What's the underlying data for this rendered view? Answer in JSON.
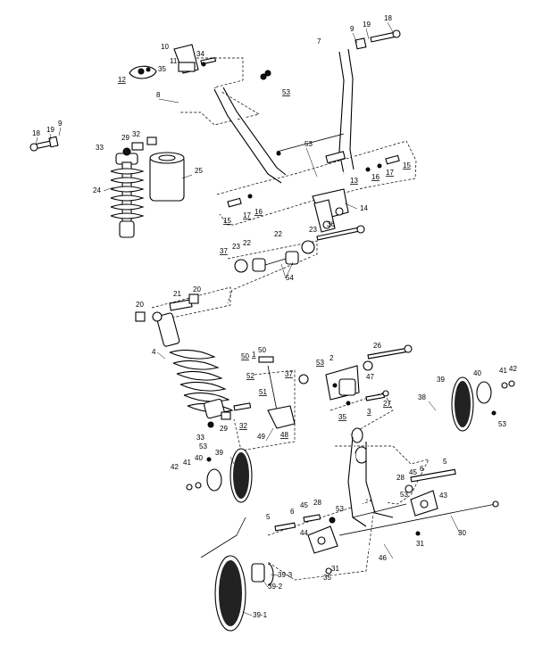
{
  "diagram": {
    "callouts": [
      {
        "id": "c18a",
        "text": "18"
      },
      {
        "id": "c19a",
        "text": "19"
      },
      {
        "id": "c9a",
        "text": "9"
      },
      {
        "id": "c7",
        "text": "7"
      },
      {
        "id": "c10",
        "text": "10"
      },
      {
        "id": "c11",
        "text": "11"
      },
      {
        "id": "c34",
        "text": "34"
      },
      {
        "id": "c35a",
        "text": "35"
      },
      {
        "id": "c12",
        "text": "12"
      },
      {
        "id": "c8",
        "text": "8"
      },
      {
        "id": "c53a",
        "text": "53"
      },
      {
        "id": "c18b",
        "text": "18"
      },
      {
        "id": "c19b",
        "text": "19"
      },
      {
        "id": "c9b",
        "text": "9"
      },
      {
        "id": "c33a",
        "text": "33"
      },
      {
        "id": "c29a",
        "text": "29"
      },
      {
        "id": "c32a",
        "text": "32"
      },
      {
        "id": "c25",
        "text": "25"
      },
      {
        "id": "c24",
        "text": "24"
      },
      {
        "id": "c53b",
        "text": "53"
      },
      {
        "id": "c13",
        "text": "13"
      },
      {
        "id": "c16a",
        "text": "16"
      },
      {
        "id": "c17a",
        "text": "17"
      },
      {
        "id": "c15a",
        "text": "15"
      },
      {
        "id": "c14",
        "text": "14"
      },
      {
        "id": "c15b",
        "text": "15"
      },
      {
        "id": "c17b",
        "text": "17"
      },
      {
        "id": "c16b",
        "text": "16"
      },
      {
        "id": "c36",
        "text": "36"
      },
      {
        "id": "c23a",
        "text": "23"
      },
      {
        "id": "c22a",
        "text": "22"
      },
      {
        "id": "c22b",
        "text": "22"
      },
      {
        "id": "c23b",
        "text": "23"
      },
      {
        "id": "c37a",
        "text": "37"
      },
      {
        "id": "c54",
        "text": "54"
      },
      {
        "id": "c21",
        "text": "21"
      },
      {
        "id": "c20a",
        "text": "20"
      },
      {
        "id": "c20b",
        "text": "20"
      },
      {
        "id": "c4",
        "text": "4"
      },
      {
        "id": "c26",
        "text": "26"
      },
      {
        "id": "c50a",
        "text": "50"
      },
      {
        "id": "c1",
        "text": "1"
      },
      {
        "id": "c50b",
        "text": "50"
      },
      {
        "id": "c52",
        "text": "52"
      },
      {
        "id": "c53c",
        "text": "53"
      },
      {
        "id": "c2",
        "text": "2"
      },
      {
        "id": "c47",
        "text": "47"
      },
      {
        "id": "c37b",
        "text": "37"
      },
      {
        "id": "c51",
        "text": "51"
      },
      {
        "id": "c39a",
        "text": "39"
      },
      {
        "id": "c40a",
        "text": "40"
      },
      {
        "id": "c41a",
        "text": "41"
      },
      {
        "id": "c42a",
        "text": "42"
      },
      {
        "id": "c38",
        "text": "38"
      },
      {
        "id": "c27",
        "text": "27"
      },
      {
        "id": "c3",
        "text": "3"
      },
      {
        "id": "c35b",
        "text": "35"
      },
      {
        "id": "c53d",
        "text": "53"
      },
      {
        "id": "c32b",
        "text": "32"
      },
      {
        "id": "c29b",
        "text": "29"
      },
      {
        "id": "c33b",
        "text": "33"
      },
      {
        "id": "c49",
        "text": "49"
      },
      {
        "id": "c48",
        "text": "48"
      },
      {
        "id": "c53e",
        "text": "53"
      },
      {
        "id": "c39b",
        "text": "39"
      },
      {
        "id": "c40b",
        "text": "40"
      },
      {
        "id": "c41b",
        "text": "41"
      },
      {
        "id": "c42b",
        "text": "42"
      },
      {
        "id": "c28a",
        "text": "28"
      },
      {
        "id": "c45a",
        "text": "45"
      },
      {
        "id": "c6a",
        "text": "6"
      },
      {
        "id": "c5a",
        "text": "5"
      },
      {
        "id": "c53f",
        "text": "53"
      },
      {
        "id": "c43",
        "text": "43"
      },
      {
        "id": "c5b",
        "text": "5"
      },
      {
        "id": "c6b",
        "text": "6"
      },
      {
        "id": "c45b",
        "text": "45"
      },
      {
        "id": "c28b",
        "text": "28"
      },
      {
        "id": "c53g",
        "text": "53"
      },
      {
        "id": "c44",
        "text": "44"
      },
      {
        "id": "c30",
        "text": "30"
      },
      {
        "id": "c31a",
        "text": "31"
      },
      {
        "id": "c46",
        "text": "46"
      },
      {
        "id": "c31b",
        "text": "31"
      },
      {
        "id": "c35c",
        "text": "35"
      },
      {
        "id": "c39-3",
        "text": "39-3"
      },
      {
        "id": "c39-2",
        "text": "39-2"
      },
      {
        "id": "c39-1",
        "text": "39-1"
      }
    ]
  }
}
